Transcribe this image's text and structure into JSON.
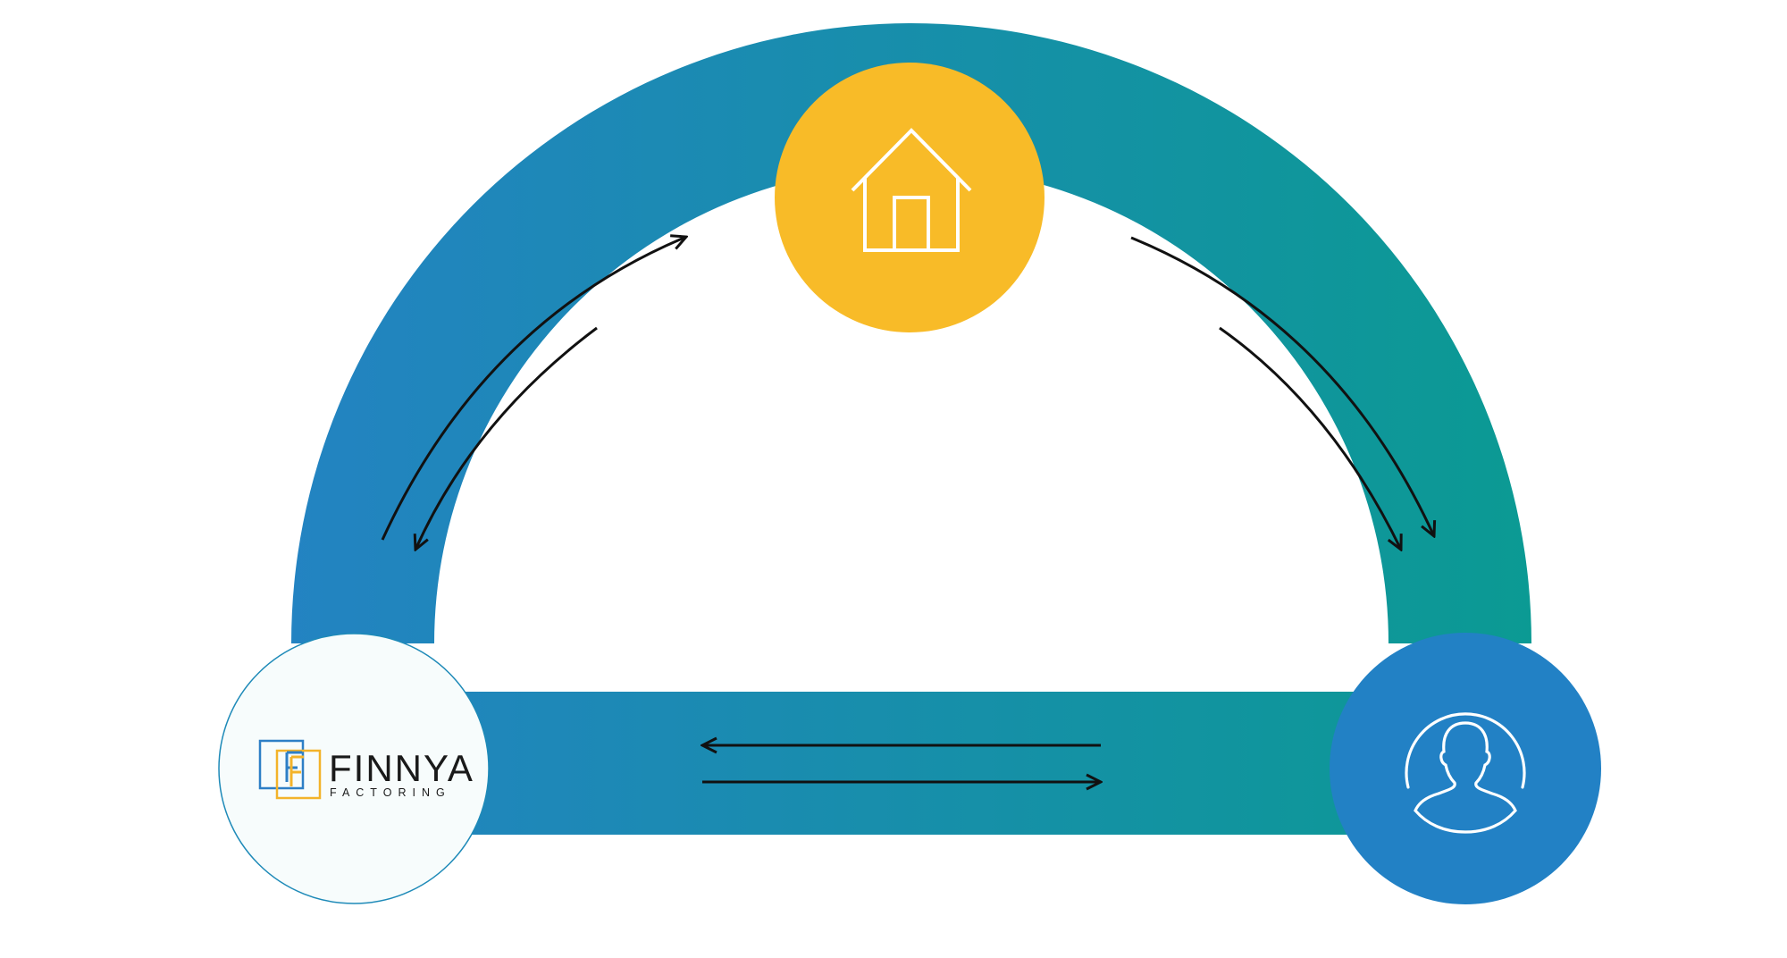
{
  "diagram": {
    "colors": {
      "band_start": "#2383c2",
      "band_end": "#0b9a93",
      "center_node": "#f8bb28",
      "right_node": "#2281c5",
      "left_node_fill": "#f7fcfc",
      "left_node_stroke": "#1e8ab8",
      "arrow": "#111111",
      "icon_stroke": "#ffffff",
      "logo_blue": "#2e7fc6",
      "logo_yellow": "#f3b32a",
      "logo_text": "#1a1a1a"
    },
    "nodes": {
      "left": {
        "role": "factoring company",
        "icon": "finnya-logo"
      },
      "top": {
        "role": "business",
        "icon": "house-icon"
      },
      "right": {
        "role": "customer",
        "icon": "person-icon"
      }
    },
    "logo": {
      "name": "FINNYA",
      "subtitle": "FACTORING"
    }
  }
}
